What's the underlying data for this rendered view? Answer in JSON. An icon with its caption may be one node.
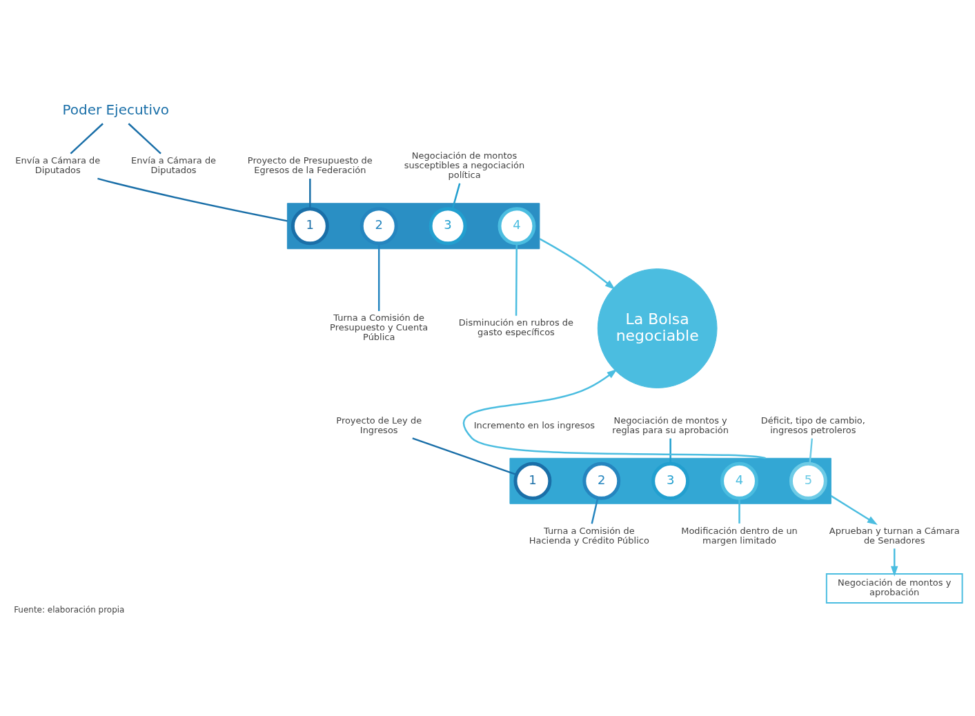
{
  "diagram": {
    "caption": "Fuente: elaboración propia",
    "nodes": [
      {
        "text": [
          "Poder Ejecutivo"
        ]
      },
      {
        "text": [
          "Envía a Cámara de Diputados"
        ]
      },
      {
        "text": [
          "Proyecto de Presupuesto de Egresos de la Federación"
        ]
      },
      {
        "text": [
          "Negociación de montos susceptibles a negociación política"
        ]
      },
      {
        "text": [],
        "shape": "bar"
      },
      {
        "text": [
          "1"
        ],
        "in": 4
      },
      {
        "text": [
          "2"
        ],
        "in": 4
      },
      {
        "text": [
          "3"
        ],
        "in": 4
      },
      {
        "text": [
          "4"
        ],
        "in": 4
      },
      {
        "text": [
          "Turna a Comisión de Presupuesto y Cuenta Pública"
        ]
      },
      {
        "text": [
          "Disminución en rubros de gasto específicos"
        ]
      },
      {
        "text": [
          "La Bolsa negociable"
        ]
      },
      {
        "text": [
          "Envía a Cámara de Diputados"
        ]
      },
      {
        "text": [
          "Proyecto de Ley de Ingresos"
        ]
      },
      {
        "text": [
          "Negociación de montos y reglas para su aprobación"
        ]
      },
      {
        "text": [
          "Déficit, tipo de cambio, ingresos petroleros"
        ]
      },
      {
        "text": [],
        "shape": "bar"
      },
      {
        "text": [
          "1"
        ],
        "in": 16
      },
      {
        "text": [
          "2"
        ],
        "in": 16
      },
      {
        "text": [
          "3"
        ],
        "in": 16
      },
      {
        "text": [
          "4"
        ],
        "in": 16
      },
      {
        "text": [
          "5"
        ],
        "in": 16
      },
      {
        "text": [
          "Turna a Comisión de Hacienda y Crédito Público"
        ]
      },
      {
        "text": [
          "Modificación dentro de un margen limitado"
        ]
      },
      {
        "text": [
          "Aprueban y turnan a Cámara de Senadores"
        ]
      },
      {
        "text": [
          "Negociación de montos y aprobación"
        ]
      }
    ],
    "edges": [
      {
        "from": 0,
        "to": 1,
        "arrow": "none",
        "color": "#1a6fa8"
      },
      {
        "from": 0,
        "to": 12,
        "arrow": "none",
        "color": "#1a6fa8"
      },
      {
        "from": 1,
        "to": 4,
        "arrow": "none",
        "color": "#1a6fa8"
      },
      {
        "from": 2,
        "to": 5,
        "arrow": "none",
        "color": "#1a6fa8"
      },
      {
        "from": 6,
        "to": 9,
        "arrow": "none",
        "color": "#2585bf"
      },
      {
        "from": 3,
        "to": 7,
        "arrow": "none",
        "color": "#229fcf"
      },
      {
        "from": 8,
        "to": 10,
        "arrow": "none",
        "color": "#4bbde0"
      },
      {
        "from": 4,
        "to": 11,
        "arrow": "to"
      },
      {
        "from": 13,
        "to": 17,
        "arrow": "none",
        "color": "#1a6fa8"
      },
      {
        "from": 18,
        "to": 22,
        "arrow": "none",
        "color": "#2585bf"
      },
      {
        "from": 14,
        "to": 19,
        "arrow": "none",
        "color": "#229fcf"
      },
      {
        "from": 20,
        "to": 23,
        "arrow": "none",
        "color": "#4bbde0"
      },
      {
        "from": 15,
        "to": 21,
        "arrow": "none",
        "color": "#6dcbe6"
      },
      {
        "from": 16,
        "to": 11,
        "arrow": "to",
        "label": "Incremento en los ingresos"
      },
      {
        "from": 16,
        "to": 24,
        "arrow": "to"
      },
      {
        "from": 24,
        "to": 25,
        "arrow": "to"
      }
    ]
  }
}
